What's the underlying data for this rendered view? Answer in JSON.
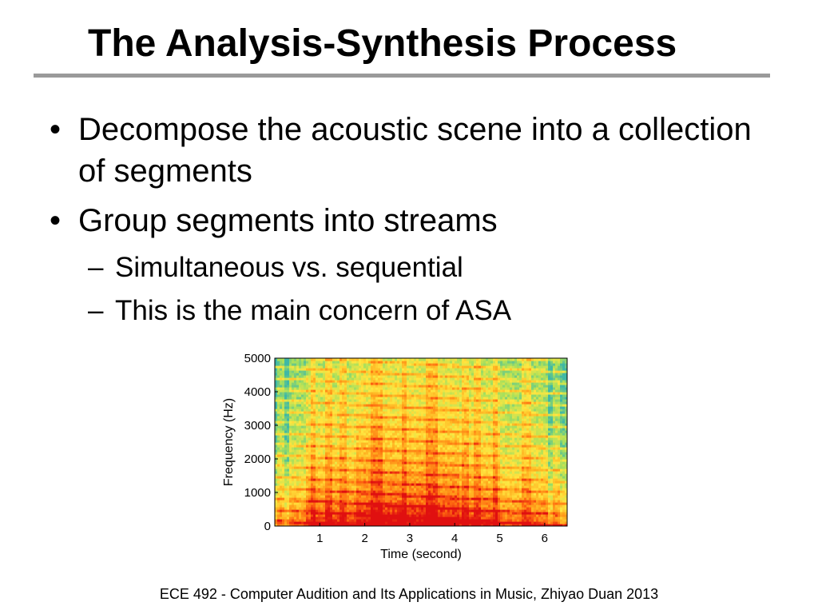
{
  "slide": {
    "title": "The Analysis-Synthesis Process",
    "bullets": [
      {
        "text": "Decompose the acoustic scene into a collection of segments",
        "glyph": "•",
        "subitems": []
      },
      {
        "text": "Group segments into streams",
        "glyph": "•",
        "subitems": [
          {
            "text": "Simultaneous vs. sequential",
            "glyph": "–"
          },
          {
            "text": "This is the main concern of ASA",
            "glyph": "–"
          }
        ]
      }
    ],
    "footer": "ECE 492 - Computer Audition and Its Applications in Music, Zhiyao Duan 2013"
  },
  "chart_data": {
    "type": "heatmap",
    "title": "",
    "xlabel": "Time (second)",
    "ylabel": "Frequency (Hz)",
    "xlim": [
      0,
      6.5
    ],
    "ylim": [
      0,
      5000
    ],
    "x_ticks": [
      1,
      2,
      3,
      4,
      5,
      6
    ],
    "y_ticks": [
      0,
      1000,
      2000,
      3000,
      4000,
      5000
    ],
    "colormap": [
      "#3fb8a6",
      "#a8e05c",
      "#ffe640",
      "#ffb020",
      "#ff6a10",
      "#e01010"
    ]
  }
}
